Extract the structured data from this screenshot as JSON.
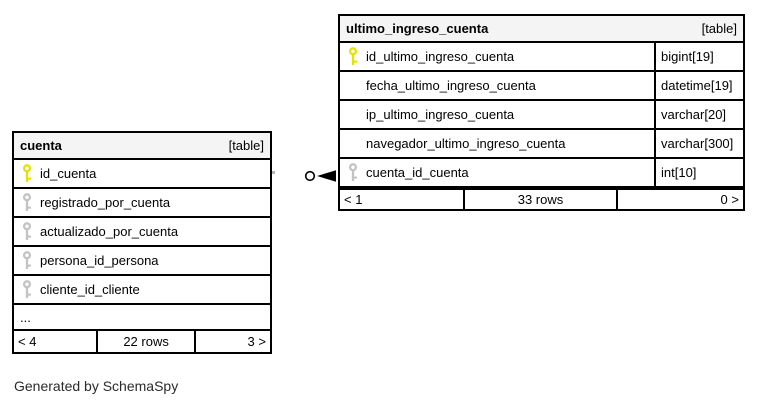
{
  "tables": [
    {
      "name": "cuenta",
      "tag": "[table]",
      "columns": [
        {
          "name": "id_cuenta",
          "key": "primary"
        },
        {
          "name": "registrado_por_cuenta",
          "key": "foreign"
        },
        {
          "name": "actualizado_por_cuenta",
          "key": "foreign"
        },
        {
          "name": "persona_id_persona",
          "key": "foreign"
        },
        {
          "name": "cliente_id_cliente",
          "key": "foreign"
        }
      ],
      "ellipsis": "...",
      "footer": {
        "prev": "< 4",
        "rows": "22 rows",
        "next": "3 >"
      }
    },
    {
      "name": "ultimo_ingreso_cuenta",
      "tag": "[table]",
      "columns": [
        {
          "name": "id_ultimo_ingreso_cuenta",
          "type": "bigint[19]",
          "key": "primary"
        },
        {
          "name": "fecha_ultimo_ingreso_cuenta",
          "type": "datetime[19]",
          "key": "none"
        },
        {
          "name": "ip_ultimo_ingreso_cuenta",
          "type": "varchar[20]",
          "key": "none"
        },
        {
          "name": "navegador_ultimo_ingreso_cuenta",
          "type": "varchar[300]",
          "key": "none"
        },
        {
          "name": "cuenta_id_cuenta",
          "type": "int[10]",
          "key": "foreign"
        }
      ],
      "footer": {
        "prev": "< 1",
        "rows": "33 rows",
        "next": "0 >"
      }
    }
  ],
  "colors": {
    "primary_key": "#e3e300",
    "foreign_key": "#c3c3c3",
    "header_bg": "#f4f4f4",
    "border": "#000000"
  },
  "note": "Generated by SchemaSpy"
}
